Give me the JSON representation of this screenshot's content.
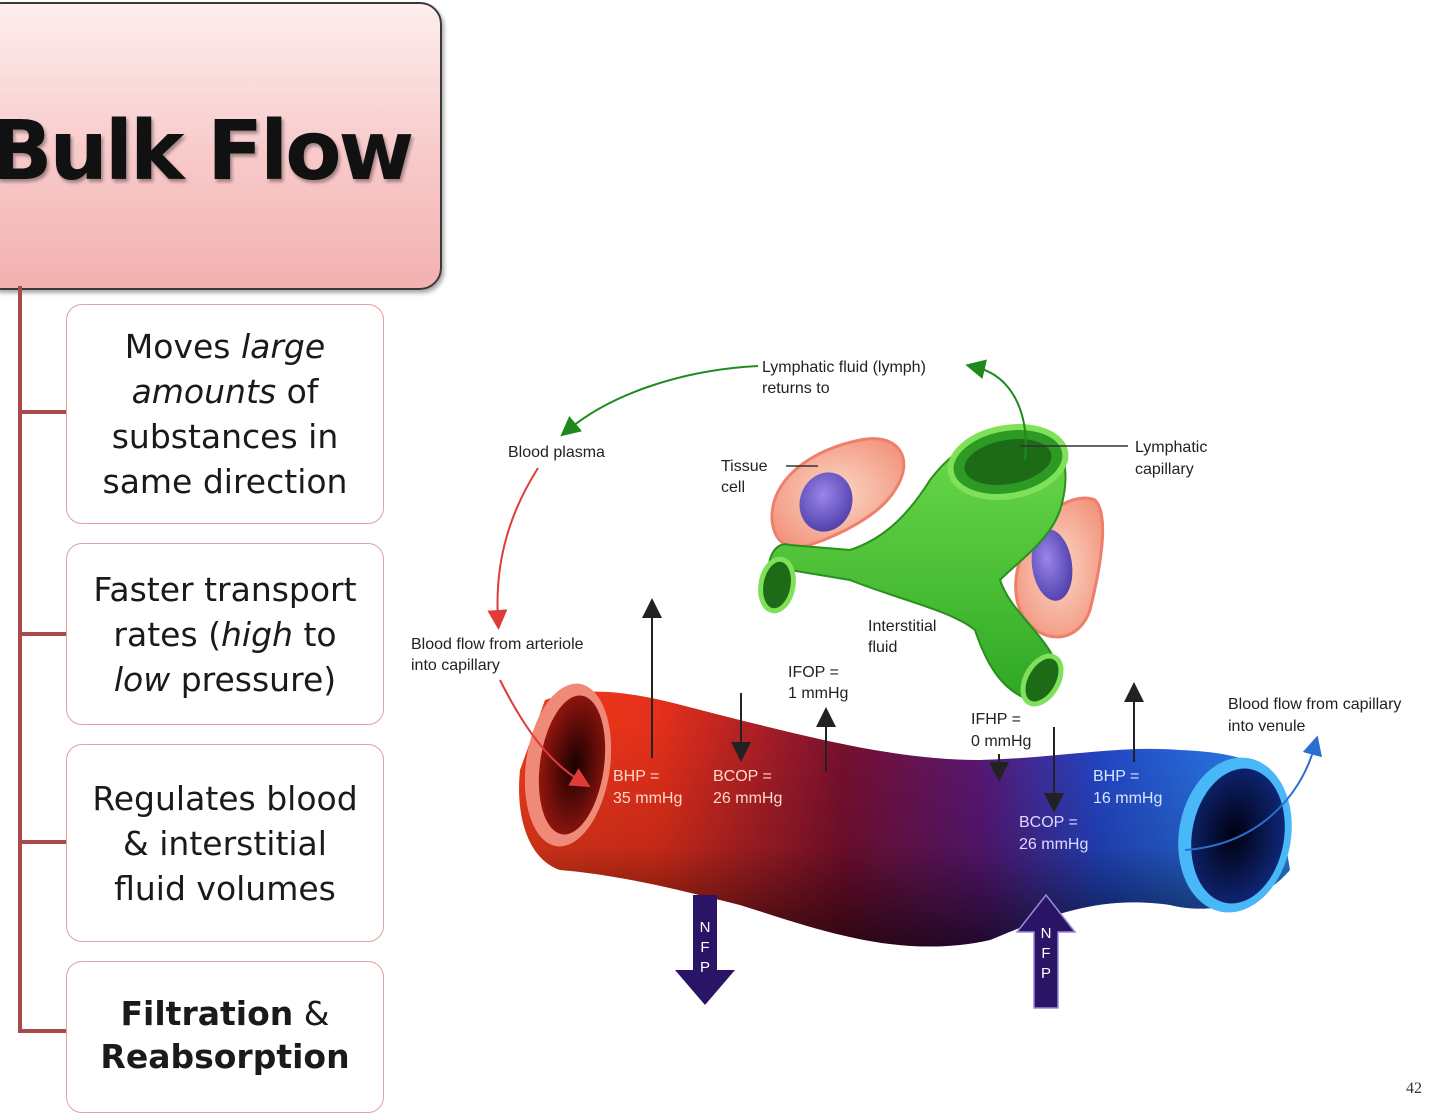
{
  "slide": {
    "title": "Bulk Flow",
    "page_number": "42"
  },
  "points": [
    {
      "before": "Moves ",
      "em1": "large",
      "line2_em": "amounts",
      "line2_after": " of",
      "line3": "substances in",
      "line4": "same direction"
    },
    {
      "line1": "Faster transport",
      "line2_before": "rates (",
      "em1": "high",
      "line2_after": " to",
      "em2": "low",
      "line3_after": " pressure)"
    },
    {
      "line1": "Regulates blood",
      "line2": "& interstitial",
      "line3": "fluid volumes"
    },
    {
      "bold1": "Filtration",
      "after1": " &",
      "bold2": "Reabsorption"
    }
  ],
  "diagram": {
    "lymph_return_1": "Lymphatic fluid (lymph)",
    "lymph_return_2": "returns to",
    "blood_plasma": "Blood plasma",
    "tissue_cell_1": "Tissue",
    "tissue_cell_2": "cell",
    "lymphatic_capillary_1": "Lymphatic",
    "lymphatic_capillary_2": "capillary",
    "interstitial_1": "Interstitial",
    "interstitial_2": "fluid",
    "arteriole_1": "Blood flow from arteriole",
    "arteriole_2": "into capillary",
    "ifop_1": "IFOP =",
    "ifop_2": "1 mmHg",
    "ifhp_1": "IFHP =",
    "ifhp_2": "0 mmHg",
    "venule_1": "Blood flow from capillary",
    "venule_2": "into venule",
    "bhp_art_1": "BHP =",
    "bhp_art_2": "35 mmHg",
    "bcop_art_1": "BCOP =",
    "bcop_art_2": "26 mmHg",
    "bhp_ven_1": "BHP =",
    "bhp_ven_2": "16 mmHg",
    "bcop_ven_1": "BCOP =",
    "bcop_ven_2": "26 mmHg",
    "nfp_n": "N",
    "nfp_f": "F",
    "nfp_p": "P"
  },
  "colors": {
    "arterial": "#e52a16",
    "venous": "#1f5fe0",
    "lymphatic": "#3fbf2a",
    "lymph_arrow": "#1e8a1e",
    "plasma_arrow": "#e03a3a",
    "nfp_arrow": "#2a1466",
    "tree": "#a94a4a"
  }
}
